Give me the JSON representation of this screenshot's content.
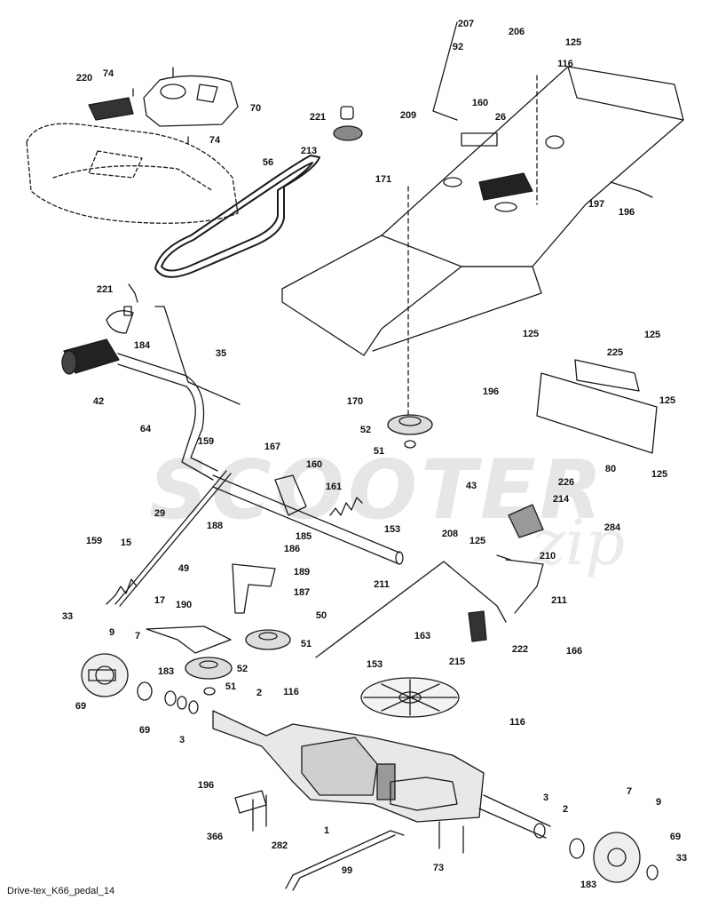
{
  "caption": "Drive-tex_K66_pedal_14",
  "watermark": {
    "main": "SCOOTER",
    "script": "zip"
  },
  "part_labels": [
    {
      "id": "l220",
      "text": "220"
    },
    {
      "id": "l74a",
      "text": "74"
    },
    {
      "id": "l70",
      "text": "70"
    },
    {
      "id": "l74b",
      "text": "74"
    },
    {
      "id": "l221a",
      "text": "221"
    },
    {
      "id": "l213",
      "text": "213"
    },
    {
      "id": "l56",
      "text": "56"
    },
    {
      "id": "l207",
      "text": "207"
    },
    {
      "id": "l206",
      "text": "206"
    },
    {
      "id": "l92",
      "text": "92"
    },
    {
      "id": "l125a",
      "text": "125"
    },
    {
      "id": "l116a",
      "text": "116"
    },
    {
      "id": "l209",
      "text": "209"
    },
    {
      "id": "l160a",
      "text": "160"
    },
    {
      "id": "l26",
      "text": "26"
    },
    {
      "id": "l171",
      "text": "171"
    },
    {
      "id": "l197",
      "text": "197"
    },
    {
      "id": "l196a",
      "text": "196"
    },
    {
      "id": "l221b",
      "text": "221"
    },
    {
      "id": "l184",
      "text": "184"
    },
    {
      "id": "l35",
      "text": "35"
    },
    {
      "id": "l42",
      "text": "42"
    },
    {
      "id": "l125b",
      "text": "125"
    },
    {
      "id": "l225",
      "text": "225"
    },
    {
      "id": "l125c",
      "text": "125"
    },
    {
      "id": "l170",
      "text": "170"
    },
    {
      "id": "l196b",
      "text": "196"
    },
    {
      "id": "l125d",
      "text": "125"
    },
    {
      "id": "l52a",
      "text": "52"
    },
    {
      "id": "l51a",
      "text": "51"
    },
    {
      "id": "l80",
      "text": "80"
    },
    {
      "id": "l226",
      "text": "226"
    },
    {
      "id": "l125e",
      "text": "125"
    },
    {
      "id": "l64",
      "text": "64"
    },
    {
      "id": "l159a",
      "text": "159"
    },
    {
      "id": "l167",
      "text": "167"
    },
    {
      "id": "l160b",
      "text": "160"
    },
    {
      "id": "l161",
      "text": "161"
    },
    {
      "id": "l43",
      "text": "43"
    },
    {
      "id": "l214",
      "text": "214"
    },
    {
      "id": "l284",
      "text": "284"
    },
    {
      "id": "l29",
      "text": "29"
    },
    {
      "id": "l188",
      "text": "188"
    },
    {
      "id": "l185",
      "text": "185"
    },
    {
      "id": "l153a",
      "text": "153"
    },
    {
      "id": "l208",
      "text": "208"
    },
    {
      "id": "l125f",
      "text": "125"
    },
    {
      "id": "l210",
      "text": "210"
    },
    {
      "id": "l159b",
      "text": "159"
    },
    {
      "id": "l15",
      "text": "15"
    },
    {
      "id": "l186",
      "text": "186"
    },
    {
      "id": "l49",
      "text": "49"
    },
    {
      "id": "l189",
      "text": "189"
    },
    {
      "id": "l211a",
      "text": "211"
    },
    {
      "id": "l17",
      "text": "17"
    },
    {
      "id": "l187",
      "text": "187"
    },
    {
      "id": "l211b",
      "text": "211"
    },
    {
      "id": "l190",
      "text": "190"
    },
    {
      "id": "l50",
      "text": "50"
    },
    {
      "id": "l33a",
      "text": "33"
    },
    {
      "id": "l9a",
      "text": "9"
    },
    {
      "id": "l7a",
      "text": "7"
    },
    {
      "id": "l163",
      "text": "163"
    },
    {
      "id": "l51b",
      "text": "51"
    },
    {
      "id": "l222",
      "text": "222"
    },
    {
      "id": "l166",
      "text": "166"
    },
    {
      "id": "l215",
      "text": "215"
    },
    {
      "id": "l52b",
      "text": "52"
    },
    {
      "id": "l183a",
      "text": "183"
    },
    {
      "id": "l153b",
      "text": "153"
    },
    {
      "id": "l51c",
      "text": "51"
    },
    {
      "id": "l2a",
      "text": "2"
    },
    {
      "id": "l116b",
      "text": "116"
    },
    {
      "id": "l69a",
      "text": "69"
    },
    {
      "id": "l69b",
      "text": "69"
    },
    {
      "id": "l3a",
      "text": "3"
    },
    {
      "id": "l116c",
      "text": "116"
    },
    {
      "id": "l196c",
      "text": "196"
    },
    {
      "id": "l3b",
      "text": "3"
    },
    {
      "id": "l2b",
      "text": "2"
    },
    {
      "id": "l7b",
      "text": "7"
    },
    {
      "id": "l9b",
      "text": "9"
    },
    {
      "id": "l1",
      "text": "1"
    },
    {
      "id": "l366",
      "text": "366"
    },
    {
      "id": "l282",
      "text": "282"
    },
    {
      "id": "l69c",
      "text": "69"
    },
    {
      "id": "l33b",
      "text": "33"
    },
    {
      "id": "l73",
      "text": "73"
    },
    {
      "id": "l183b",
      "text": "183"
    },
    {
      "id": "l99",
      "text": "99"
    }
  ]
}
